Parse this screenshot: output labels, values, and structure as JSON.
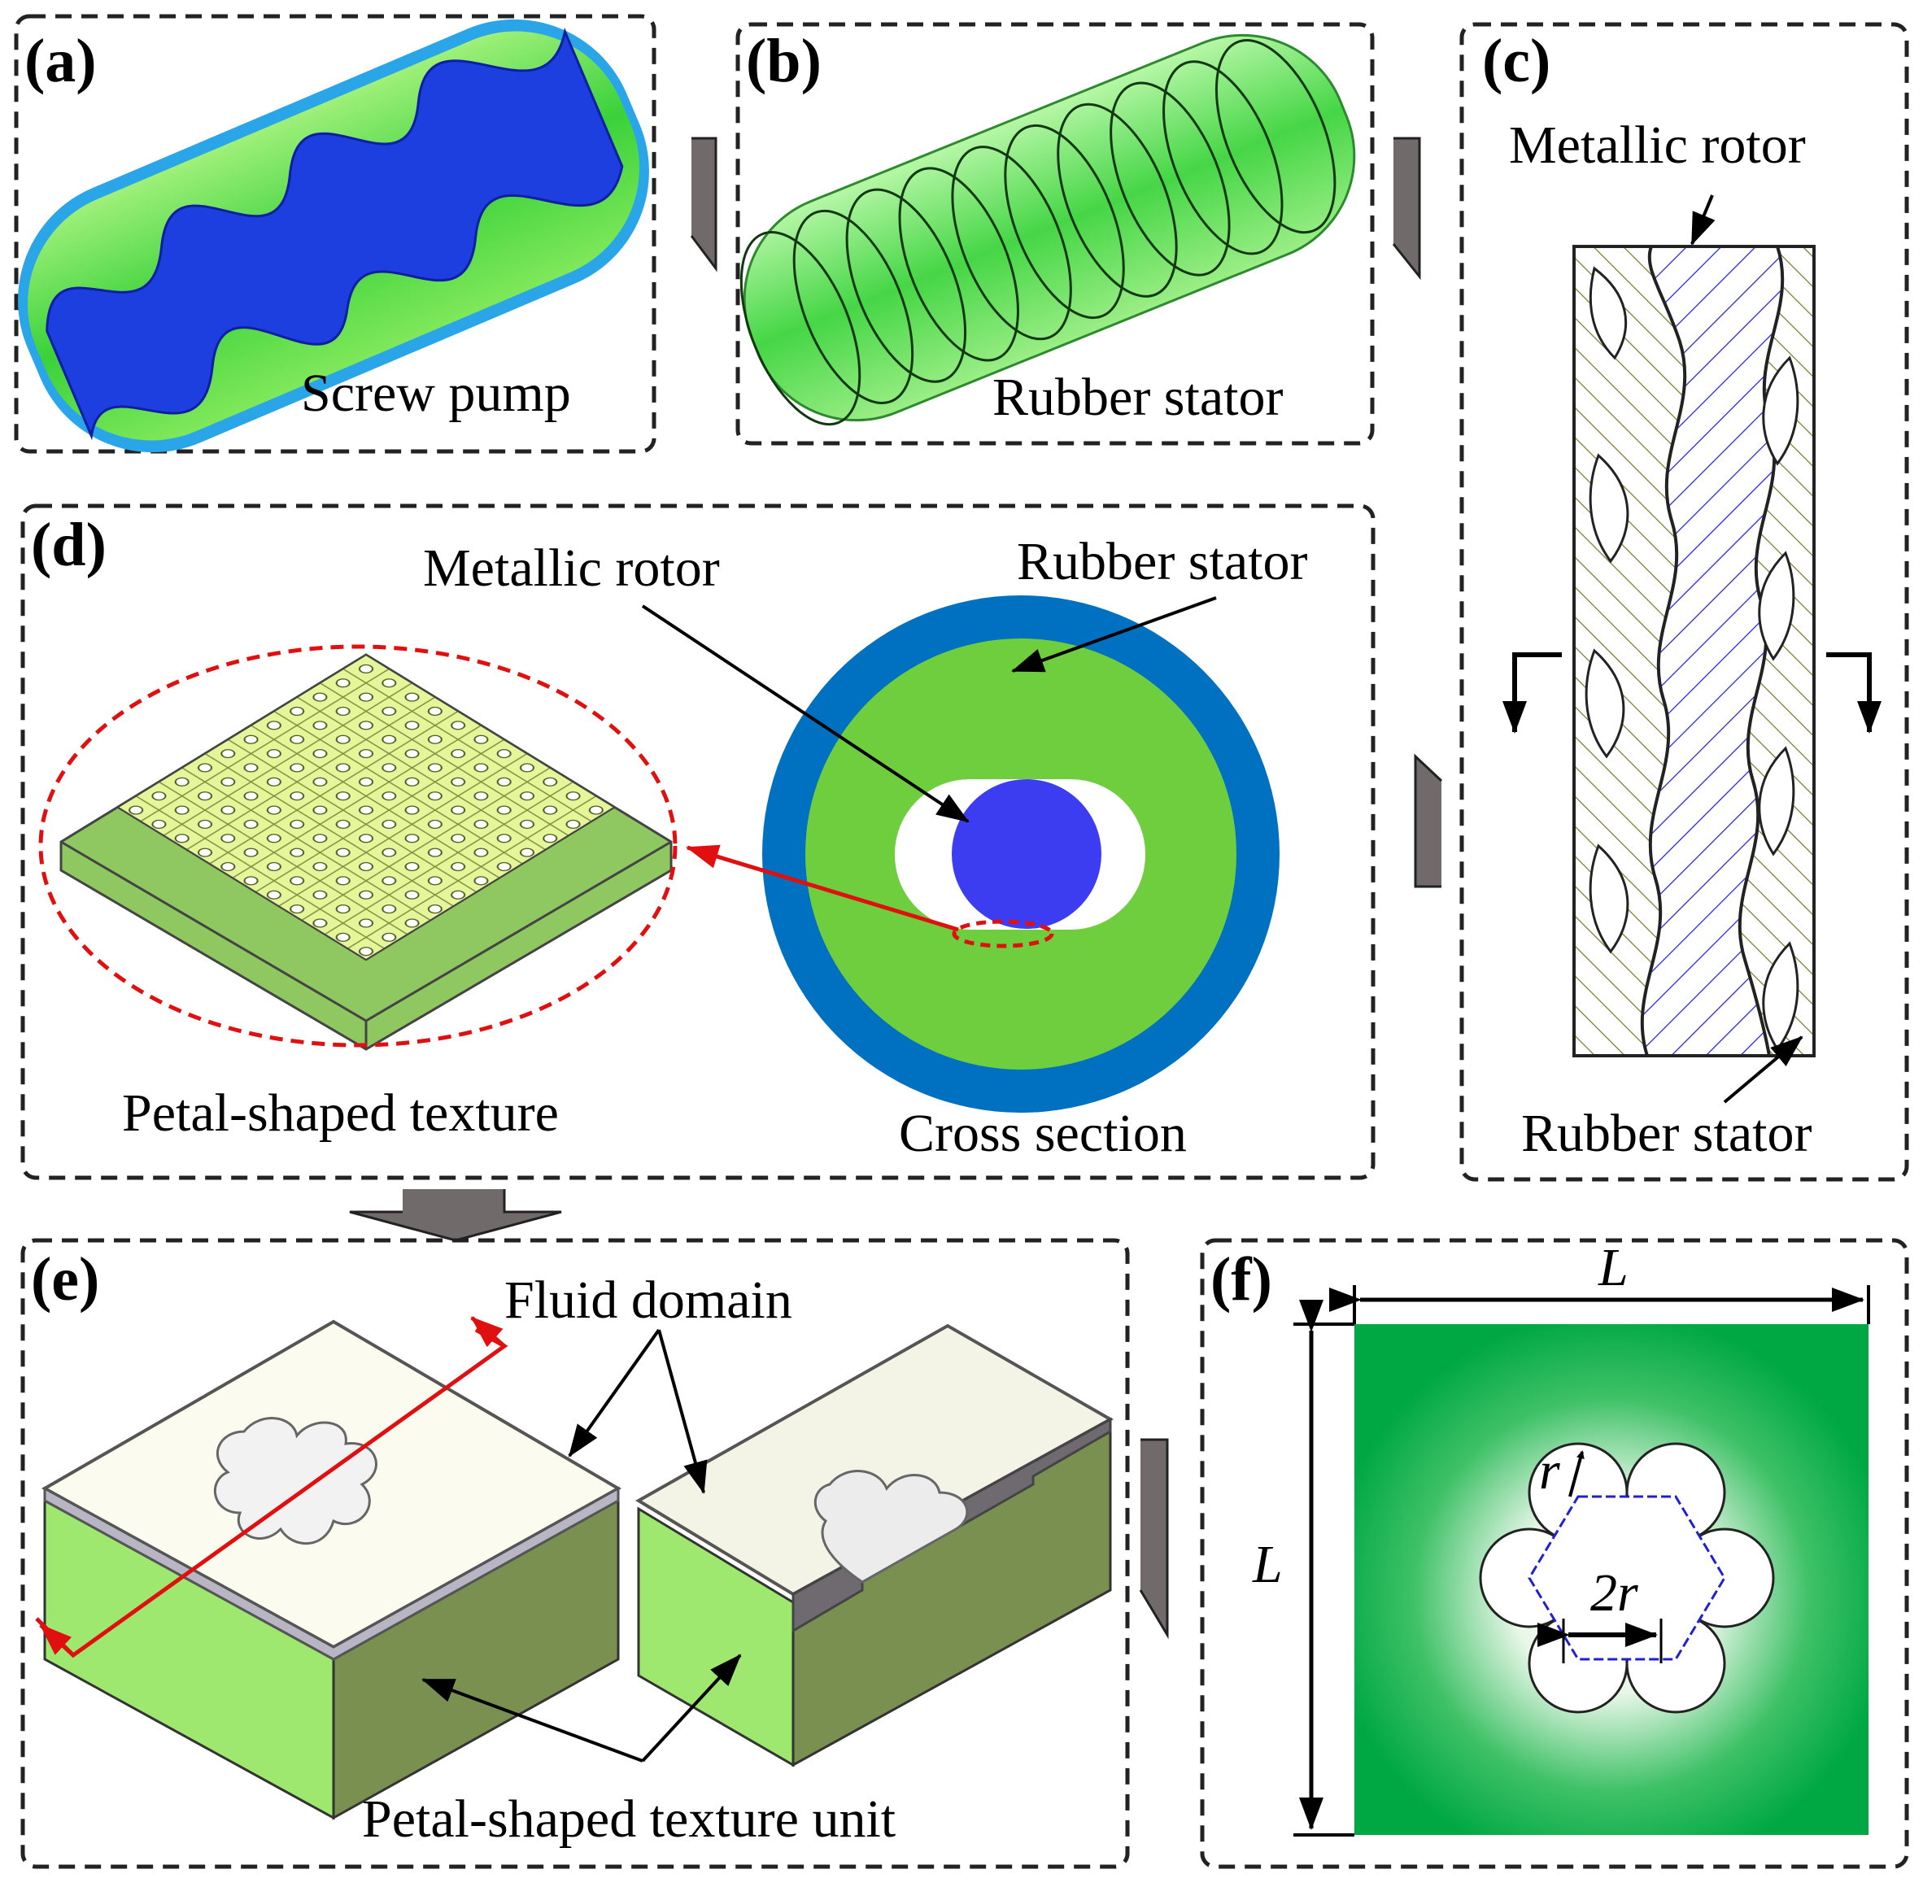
{
  "panels": {
    "a": {
      "label": "(a)",
      "caption": "Screw pump"
    },
    "b": {
      "label": "(b)",
      "caption": "Rubber stator"
    },
    "c": {
      "label": "(c)",
      "top_label": "Metallic rotor",
      "bottom_label": "Rubber stator"
    },
    "d": {
      "label": "(d)",
      "rotor_label": "Metallic rotor",
      "stator_label": "Rubber stator",
      "texture_caption": "Petal-shaped texture",
      "section_caption": "Cross section"
    },
    "e": {
      "label": "(e)",
      "fluid_label": "Fluid domain",
      "unit_caption": "Petal-shaped texture unit"
    },
    "f": {
      "label": "(f)",
      "width_label": "L",
      "height_label": "L",
      "radius_label": "r",
      "diameter_label": "2r"
    }
  },
  "colors": {
    "stator_green": "#6fce3e",
    "outer_blue": "#0070c0",
    "rotor_blue": "#3c3cf0",
    "texture_green": "#00b050",
    "arrow_gray": "#706a6a",
    "highlight_red": "#e01010"
  },
  "icons": [
    "flow-arrow-icon"
  ]
}
